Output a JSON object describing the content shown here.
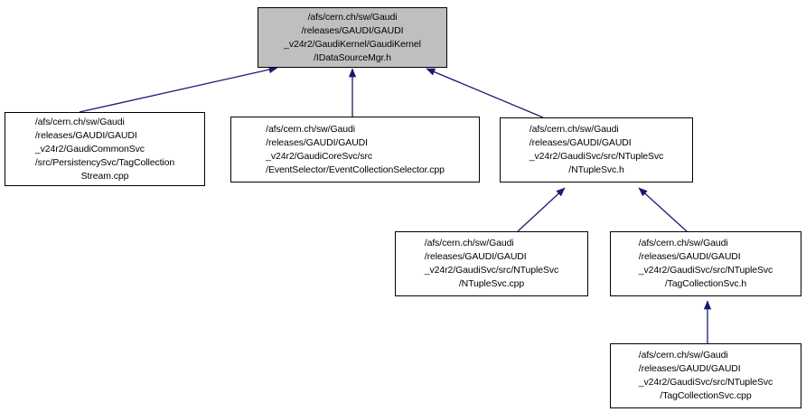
{
  "diagram": {
    "type": "include-dependency-graph",
    "title": "IDataSourceMgr.h inclusion dependency graph",
    "edge_color": "#191970",
    "node_border_color": "#000000",
    "node_fill_color": "#ffffff",
    "root_fill_color": "#bfbfbf",
    "background_color": "#ffffff"
  },
  "nodes": [
    {
      "id": "idatasourcemgr",
      "name": "idatasourcemgr-h",
      "role": "root",
      "align": "center",
      "lines": [
        "/afs/cern.ch/sw/Gaudi",
        "/releases/GAUDI/GAUDI",
        "_v24r2/GaudiKernel/GaudiKernel",
        "/IDataSourceMgr.h"
      ]
    },
    {
      "id": "tagcollectionstream",
      "name": "tagcollectionstream-cpp",
      "role": "node",
      "align": "left",
      "lines": [
        "/afs/cern.ch/sw/Gaudi",
        "/releases/GAUDI/GAUDI",
        "_v24r2/GaudiCommonSvc",
        "/src/PersistencySvc/TagCollection",
        "Stream.cpp"
      ],
      "center_lines": [
        4
      ]
    },
    {
      "id": "eventcollectionselector",
      "name": "eventcollectionselector-cpp",
      "role": "node",
      "align": "left",
      "lines": [
        "/afs/cern.ch/sw/Gaudi",
        "/releases/GAUDI/GAUDI",
        "_v24r2/GaudiCoreSvc/src",
        "/EventSelector/EventCollectionSelector.cpp"
      ],
      "center_lines": []
    },
    {
      "id": "ntuplesvc_h",
      "name": "ntuplesvc-h",
      "role": "node",
      "align": "left",
      "lines": [
        "/afs/cern.ch/sw/Gaudi",
        "/releases/GAUDI/GAUDI",
        "_v24r2/GaudiSvc/src/NTupleSvc",
        "/NTupleSvc.h"
      ],
      "center_lines": [
        3
      ]
    },
    {
      "id": "ntuplesvc_cpp",
      "name": "ntuplesvc-cpp",
      "role": "node",
      "align": "left",
      "lines": [
        "/afs/cern.ch/sw/Gaudi",
        "/releases/GAUDI/GAUDI",
        "_v24r2/GaudiSvc/src/NTupleSvc",
        "/NTupleSvc.cpp"
      ],
      "center_lines": [
        3
      ]
    },
    {
      "id": "tagcollectionsvc_h",
      "name": "tagcollectionsvc-h",
      "role": "node",
      "align": "left",
      "lines": [
        "/afs/cern.ch/sw/Gaudi",
        "/releases/GAUDI/GAUDI",
        "_v24r2/GaudiSvc/src/NTupleSvc",
        "/TagCollectionSvc.h"
      ],
      "center_lines": [
        3
      ]
    },
    {
      "id": "tagcollectionsvc_cpp",
      "name": "tagcollectionsvc-cpp",
      "role": "node",
      "align": "left",
      "lines": [
        "/afs/cern.ch/sw/Gaudi",
        "/releases/GAUDI/GAUDI",
        "_v24r2/GaudiSvc/src/NTupleSvc",
        "/TagCollectionSvc.cpp"
      ],
      "center_lines": [
        3
      ]
    }
  ],
  "edges": [
    {
      "from": "tagcollectionstream",
      "to": "idatasourcemgr"
    },
    {
      "from": "eventcollectionselector",
      "to": "idatasourcemgr"
    },
    {
      "from": "ntuplesvc_h",
      "to": "idatasourcemgr"
    },
    {
      "from": "ntuplesvc_cpp",
      "to": "ntuplesvc_h"
    },
    {
      "from": "tagcollectionsvc_h",
      "to": "ntuplesvc_h"
    },
    {
      "from": "tagcollectionsvc_cpp",
      "to": "tagcollectionsvc_h"
    }
  ]
}
